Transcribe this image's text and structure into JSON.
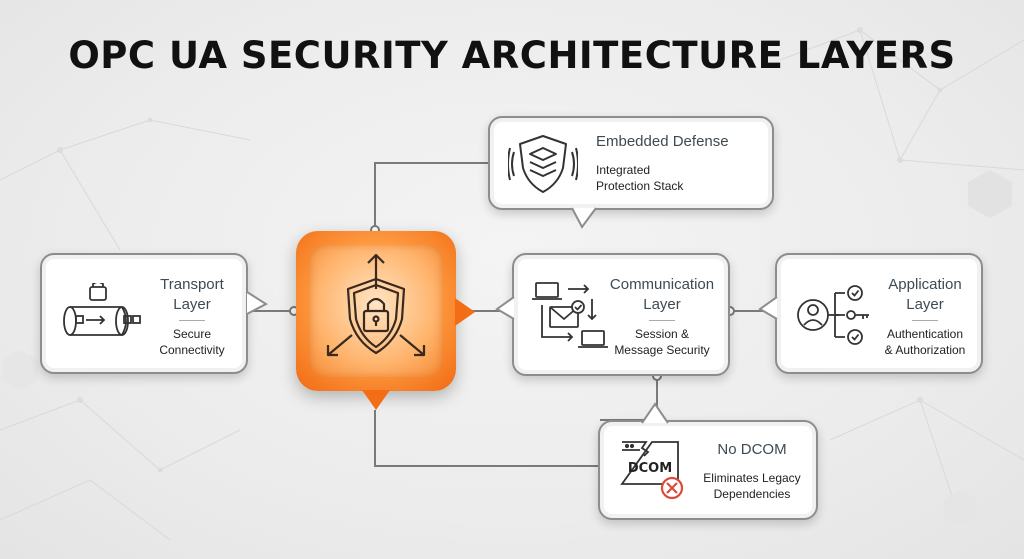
{
  "title": "OPC UA SECURITY ARCHITECTURE LAYERS",
  "colors": {
    "accent": "#f47a1f",
    "border": "#8d8d8d",
    "line": "#7a7a7a"
  },
  "embedded": {
    "title": "Embedded Defense",
    "line1": "Integrated",
    "line2": "Protection Stack",
    "icon": "layered-shield-icon"
  },
  "transport": {
    "title1": "Transport",
    "title2": "Layer",
    "sub1": "Secure",
    "sub2": "Connectivity",
    "icon": "secure-pipe-icon"
  },
  "communication": {
    "title1": "Communication",
    "title2": "Layer",
    "sub1": "Session &",
    "sub2": "Message Security",
    "icon": "messaging-icon"
  },
  "application": {
    "title1": "Application",
    "title2": "Layer",
    "sub1": "Authentication",
    "sub2": "& Authorization",
    "icon": "user-key-icon"
  },
  "nodcom": {
    "title": "No DCOM",
    "icon_text": "DCOM",
    "sub1": "Eliminates Legacy",
    "sub2": "Dependencies",
    "icon": "dcom-blocked-icon"
  },
  "hub": {
    "icon": "shield-lock-arrows-icon"
  }
}
